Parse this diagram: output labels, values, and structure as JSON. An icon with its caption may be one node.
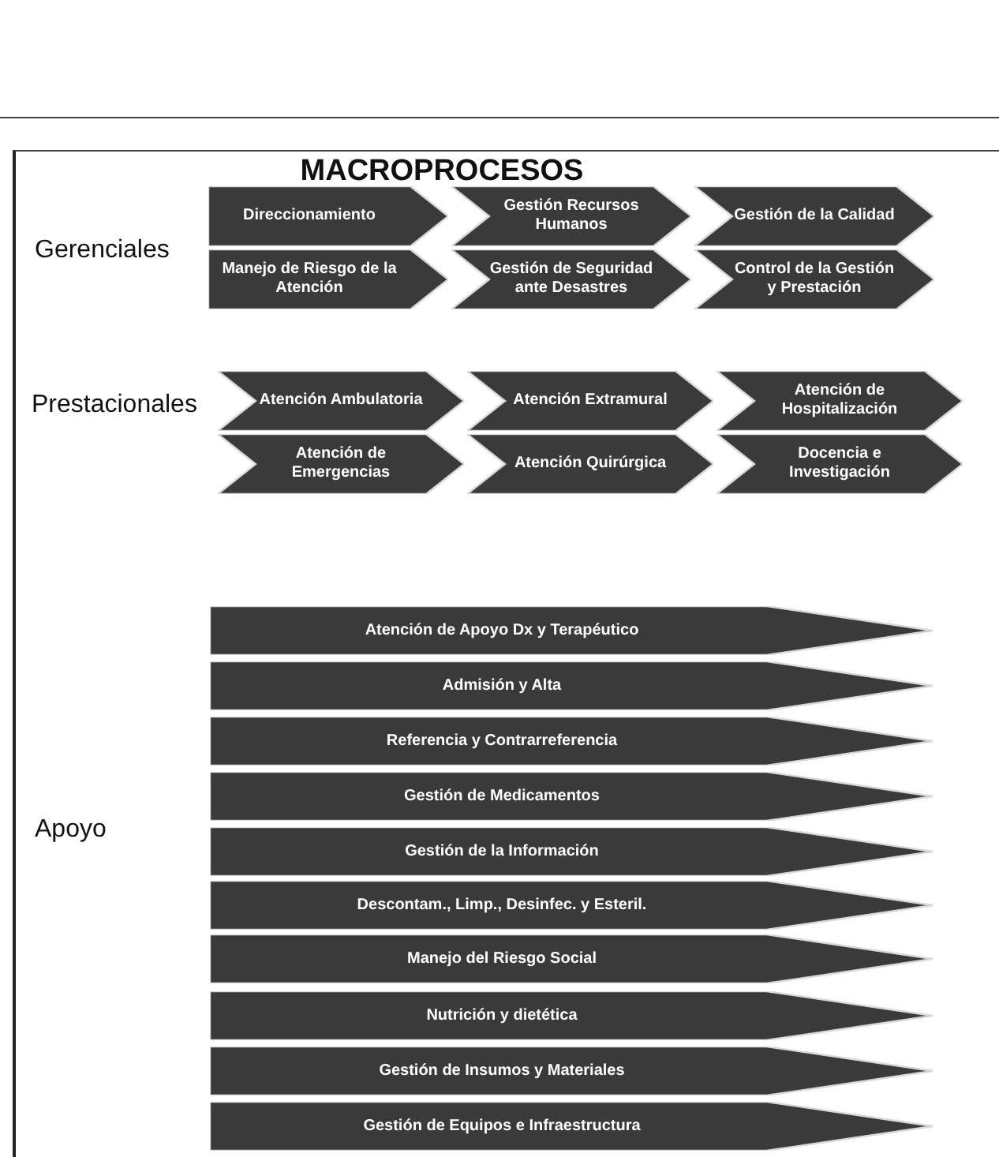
{
  "diagram": {
    "title": "MACROPROCESOS",
    "nodes": [
      {
        "text": [
          "Direccionamiento"
        ]
      },
      {
        "text": [
          "Gestión Recursos Humanos"
        ]
      },
      {
        "text": [
          "Gestión de la Calidad"
        ]
      },
      {
        "text": [
          "Manejo de Riesgo de la Atención"
        ]
      },
      {
        "text": [
          "Gestión de Seguridad ante Desastres"
        ]
      },
      {
        "text": [
          "Control de la Gestión y Prestación"
        ]
      },
      {
        "text": [
          "Atención Ambulatoria"
        ]
      },
      {
        "text": [
          "Atención Extramural"
        ]
      },
      {
        "text": [
          "Atención de Hospitalización"
        ]
      },
      {
        "text": [
          "Atención de Emergencias"
        ]
      },
      {
        "text": [
          "Atención Quirúrgica"
        ]
      },
      {
        "text": [
          "Docencia e Investigación"
        ]
      },
      {
        "text": [
          "Atención de Apoyo Dx y Terapéutico"
        ]
      },
      {
        "text": [
          "Admisión y Alta"
        ]
      },
      {
        "text": [
          "Referencia y Contrarreferencia"
        ]
      },
      {
        "text": [
          "Gestión de Medicamentos"
        ]
      },
      {
        "text": [
          "Gestión de la Información"
        ]
      },
      {
        "text": [
          "Descontam., Limp., Desinfec. y Esteril."
        ]
      },
      {
        "text": [
          "Manejo del Riesgo Social"
        ]
      },
      {
        "text": [
          "Nutrición y dietética"
        ]
      },
      {
        "text": [
          "Gestión de Insumos y Materiales"
        ]
      },
      {
        "text": [
          "Gestión de Equipos e Infraestructura"
        ]
      }
    ],
    "labels": [
      "Gerenciales",
      "Prestacionales",
      "Apoyo"
    ]
  }
}
